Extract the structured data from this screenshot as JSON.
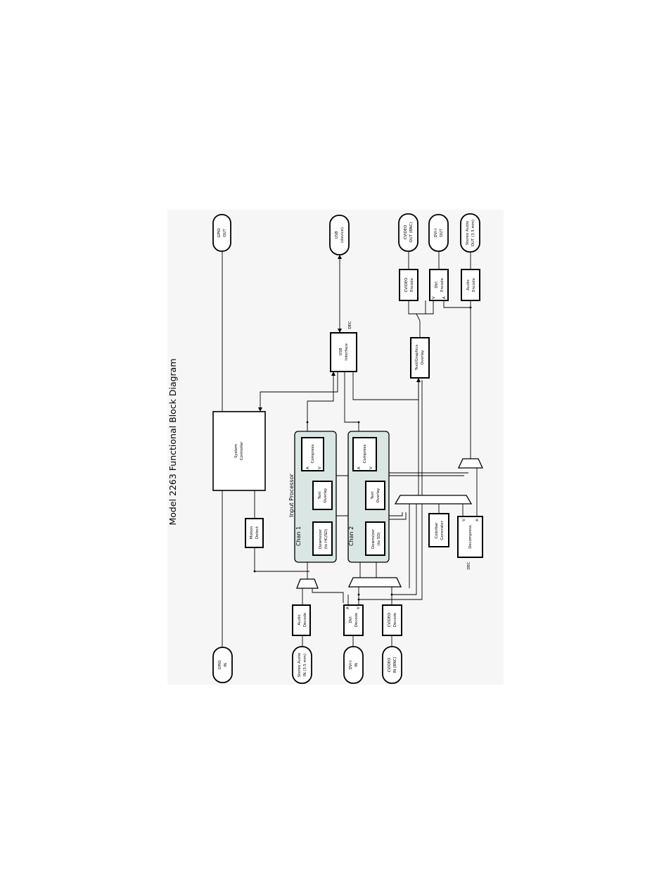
{
  "title": "Model 2263 Functional Block Diagram",
  "inputs": {
    "gpio_in": [
      "GPIO",
      "IN"
    ],
    "audio_in": [
      "Stereo Audio",
      "IN (3.5 mm)"
    ],
    "dvi_in": [
      "DVI-I",
      "IN"
    ],
    "cvideo_in": [
      "CVIDEO",
      "IN (BNC)"
    ]
  },
  "outputs": {
    "gpio_out": [
      "GPIO",
      "OUT"
    ],
    "usb": [
      "USB",
      "(device)"
    ],
    "cvideo_out": [
      "CVIDEO",
      "OUT (BNC)"
    ],
    "dvi_out": [
      "DVI-I",
      "OUT"
    ],
    "audio_out": [
      "Stereo Audio",
      "OUT (3.5 mm)"
    ]
  },
  "blocks": {
    "audio_decode": [
      "Audio",
      "Decode"
    ],
    "dvi_decode": [
      "DVI",
      "Decode"
    ],
    "cvideo_decode": [
      "CVIDEO",
      "Decode"
    ],
    "system_controller": [
      "System",
      "Controller"
    ],
    "motion_detect": [
      "Motion",
      "Detect"
    ],
    "usb_interface": [
      "USB",
      "Interface"
    ],
    "overlay": [
      "Text/Graphics",
      "Overlay"
    ],
    "cvideo_encode": [
      "CVIDEO",
      "Encode"
    ],
    "dvi_encode": [
      "DVI",
      "Encode"
    ],
    "audio_encode": [
      "Audio",
      "Encode"
    ],
    "colorbar": [
      "Colorbar",
      "Generator"
    ],
    "decompress": "Decompress"
  },
  "processor": {
    "label": "Input Processor",
    "chan1": {
      "label": "Chan 1",
      "downsizer": [
        "Downsizer",
        "(to HC/SD)"
      ],
      "text_overlay": [
        "Text",
        "Overlay"
      ],
      "compress": "Compress"
    },
    "chan2": {
      "label": "Chan 2",
      "downsizer": [
        "Downsizer",
        "(to SD)"
      ],
      "text_overlay": [
        "Text",
        "Overlay"
      ],
      "compress": "Compress"
    }
  },
  "annotations": {
    "dec_usb": "DEC",
    "dec_decompress": "DEC",
    "pin_a": "A",
    "pin_v": "V"
  }
}
